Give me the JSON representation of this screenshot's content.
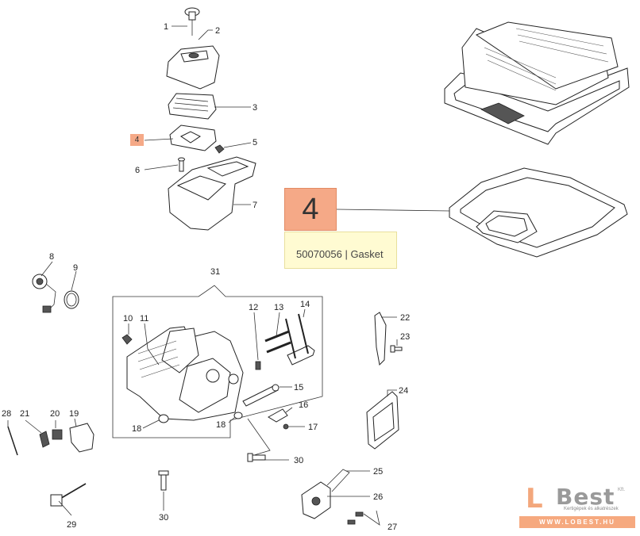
{
  "callout": {
    "number": "4",
    "part_info": "50070056 | Gasket"
  },
  "diagram": {
    "labels": [
      "1",
      "2",
      "3",
      "4",
      "5",
      "6",
      "7",
      "8",
      "9",
      "10",
      "11",
      "12",
      "13",
      "14",
      "15",
      "16",
      "17",
      "18",
      "18",
      "19",
      "20",
      "21",
      "22",
      "23",
      "24",
      "25",
      "26",
      "27",
      "28",
      "29",
      "30",
      "30",
      "31"
    ]
  },
  "logo": {
    "brand_letter": "L",
    "brand_name": "Best",
    "brand_suffix": "Kft.",
    "tagline": "Kertigépek és alkatrészek",
    "url": "WWW.LOBEST.HU"
  },
  "colors": {
    "highlight": "#f5a987",
    "info_card": "#fffbd2",
    "logo_orange": "#f6a97f",
    "logo_grey": "#9a9a9a"
  }
}
